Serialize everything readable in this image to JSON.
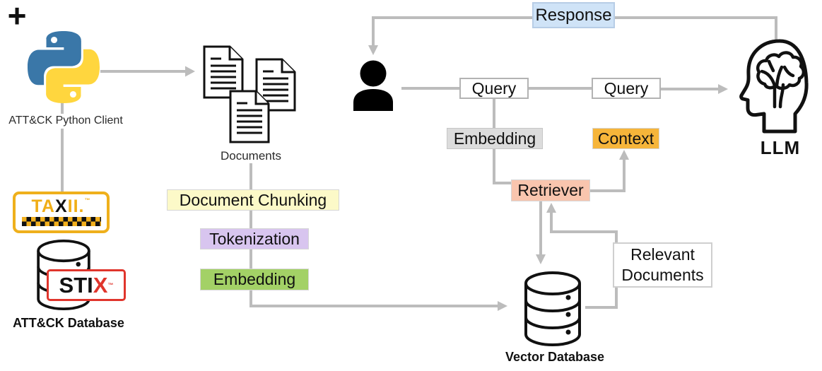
{
  "colors": {
    "connector": "#bcbcbc",
    "chunking_bg": "#fcf9c8",
    "tokenization_bg": "#d8c5ef",
    "embedding_doc_bg": "#a3d166",
    "embedding_query_bg": "#dcdcdc",
    "context_bg": "#f6b53a",
    "retriever_bg": "#f9c5ae",
    "response_bg": "#cfe3f7",
    "query_bg": "#ffffff",
    "python_blue": "#3a77a8",
    "python_yellow": "#ffd63e",
    "taxii_gold": "#f0ae17",
    "stix_red": "#e0352c"
  },
  "ingest_pipeline": {
    "python_caption": "ATT&CK Python Client",
    "database_caption": "ATT&CK Database",
    "documents_caption": "Documents",
    "chunking_label": "Document Chunking",
    "tokenization_label": "Tokenization",
    "embedding_label": "Embedding"
  },
  "logos": {
    "taxii_ta": "TA",
    "taxii_x": "X",
    "taxii_ii": "II.",
    "taxii_tm": "™",
    "stix_sti": "STI",
    "stix_x": "X",
    "stix_tm": "™"
  },
  "rag_flow": {
    "response_label": "Response",
    "query1_label": "Query",
    "query2_label": "Query",
    "plus_label": "+",
    "embedding_label": "Embedding",
    "context_label": "Context",
    "retriever_label": "Retriever",
    "relevant_line1": "Relevant",
    "relevant_line2": "Documents",
    "vector_database_caption": "Vector Database",
    "llm_caption": "LLM"
  }
}
